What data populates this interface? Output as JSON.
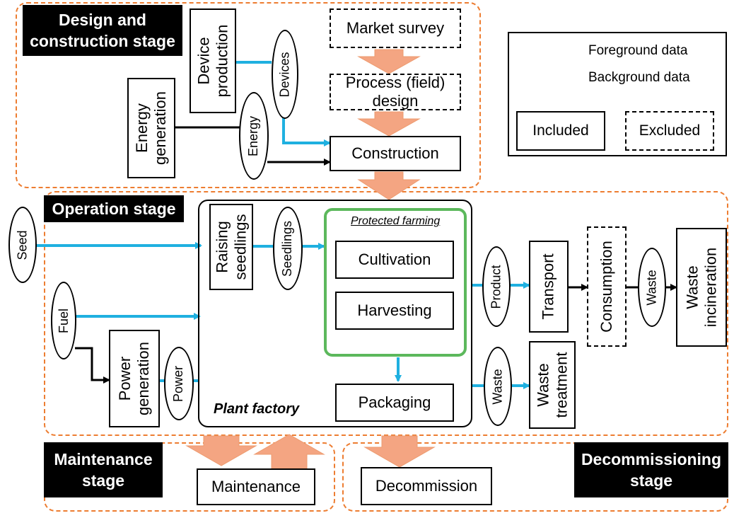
{
  "colors": {
    "foreground": "#1fb0e0",
    "background": "#000000",
    "stage_border": "#ed7d31",
    "stage_arrow": "#f4a582",
    "protected_farming": "#5cb85c"
  },
  "stages": {
    "design": "Design and construction stage",
    "operation": "Operation stage",
    "maintenance": "Maintenance stage",
    "decommissioning": "Decommissioning stage"
  },
  "legend": {
    "foreground": "Foreground data",
    "background": "Background data",
    "included": "Included",
    "excluded": "Excluded"
  },
  "design_nodes": {
    "market_survey": "Market survey",
    "process_design": "Process (field) design",
    "construction": "Construction",
    "device_production": "Device production",
    "energy_generation": "Energy generation",
    "devices": "Devices",
    "energy": "Energy"
  },
  "operation_nodes": {
    "seed": "Seed",
    "fuel": "Fuel",
    "power_generation": "Power generation",
    "power": "Power",
    "raising_seedlings": "Raising seedlings",
    "seedlings": "Seedlings",
    "protected_farming": "Protected farming",
    "cultivation": "Cultivation",
    "harvesting": "Harvesting",
    "packaging": "Packaging",
    "plant_factory": "Plant factory",
    "product": "Product",
    "transport": "Transport",
    "consumption": "Consumption",
    "waste_1": "Waste",
    "waste_incineration": "Waste incineration",
    "waste_2": "Waste",
    "waste_treatment": "Waste treatment"
  },
  "end_nodes": {
    "maintenance": "Maintenance",
    "decommission": "Decommission"
  }
}
